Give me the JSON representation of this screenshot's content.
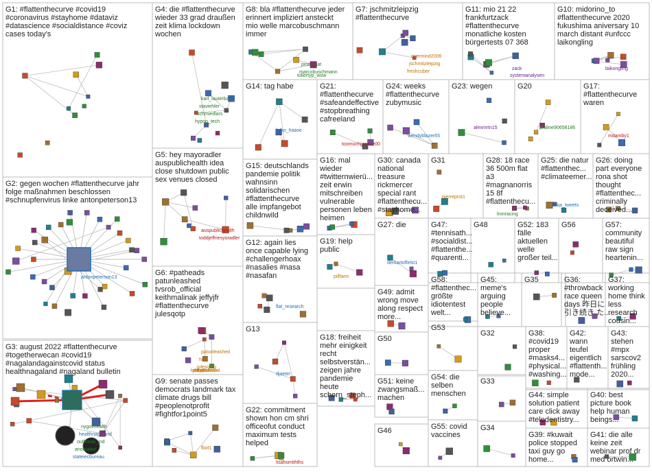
{
  "colors": {
    "border": "#bbbbbb",
    "edge": "#bcbcbc",
    "edge_strong": "#e02020",
    "label": "#1f6fb4",
    "label_red": "#b81414",
    "label_green": "#237a23",
    "label_purple": "#6a1d8c",
    "label_orange": "#c07000"
  },
  "groups": [
    {
      "id": "G1",
      "title_lines": [
        "G1: #flattenthecurve #covid19",
        "#coronavirus #stayhome #dataviz",
        "#datascience #socialdistance #coviz",
        "cases today's"
      ]
    },
    {
      "id": "G2",
      "title_lines": [
        "G2: gegen wochen #flattenthecurve jahr",
        "folge maßnahmen beschlossen",
        "#schnupfenvirus linke antonpeterson13"
      ]
    },
    {
      "id": "G3",
      "title_lines": [
        "G3: august 2022 #flattenthecurve",
        "#togetherwecan #covid19",
        "#nagalandagainstcovid status",
        "healthnagaland #nagaland bulletin"
      ]
    },
    {
      "id": "G4",
      "title_lines": [
        "G4: die #flattenthecurve",
        "wieder 33 grad draußen",
        "zeit klima lockdown",
        "wochen"
      ]
    },
    {
      "id": "G5",
      "title_lines": [
        "G5: hey mayoradler",
        "auspublichealth idea",
        "close shutdown public",
        "sex venues closed"
      ]
    },
    {
      "id": "G6",
      "title_lines": [
        "G6: #patheads",
        "patunleashed",
        "tvsrob_official",
        "keithmalinak jeffyjfr",
        "#flattenthecurve",
        "julesqotp"
      ]
    },
    {
      "id": "G7",
      "title_lines": [
        "G7: jschmitzleipzig",
        "#flattenthecurve"
      ]
    },
    {
      "id": "G8",
      "title_lines": [
        "G8: bla #flattenthecurve jeder",
        "erinnert impliziert ansteckt",
        "mio welle marcobuschmann",
        "immer"
      ]
    },
    {
      "id": "G9",
      "title_lines": [
        "G9: senate passes",
        "democrats landmark tax",
        "climate drugs bill",
        "#peoplenotprofit",
        "#fightfor1point5"
      ]
    },
    {
      "id": "G10",
      "title_lines": [
        "G10: midorino_to",
        "#flattenthecurve 2020",
        "fukushima aniversary 10",
        "march distant #unfccc",
        "laikongling"
      ]
    },
    {
      "id": "G11",
      "title_lines": [
        "G11: mio 21 22",
        "frankfurtzack",
        "#flattenthecurve",
        "monatliche kosten",
        "bürgertests 07 368"
      ]
    },
    {
      "id": "G12",
      "title_lines": [
        "G12: again lies",
        "once capable lying",
        "#challengerhoax",
        "#nasalies #nasa",
        "#nasafan"
      ]
    },
    {
      "id": "G13",
      "title_lines": [
        "G13"
      ]
    },
    {
      "id": "G14",
      "title_lines": [
        "G14: tag habe"
      ]
    },
    {
      "id": "G15",
      "title_lines": [
        "G15: deutschlands",
        "pandemie politik",
        "wahnsinn",
        "solidarischen",
        "#flattenthecurve",
        "alle impfangebot",
        "childnwild"
      ]
    },
    {
      "id": "G16",
      "title_lines": [
        "G16: mal",
        "wieder",
        "#twitternwierü...",
        "zeit erwin",
        "mitschreiben",
        "vulnerable",
        "personen leben",
        "heimen"
      ]
    },
    {
      "id": "G17",
      "title_lines": [
        "G17:",
        "#flattenthecurve",
        "waren"
      ]
    },
    {
      "id": "G18",
      "title_lines": [
        "G18: freiheit",
        "mehr einigkeit",
        "recht",
        "selbstverstän...",
        "zeigen jahre",
        "pandemie",
        "heute",
        "schorn_steph..."
      ]
    },
    {
      "id": "G19",
      "title_lines": [
        "G19: help",
        "public"
      ]
    },
    {
      "id": "G20",
      "title_lines": [
        "G20"
      ]
    },
    {
      "id": "G21",
      "title_lines": [
        "G21:",
        "#flattenthecurve",
        "#safeandeffective",
        "#stopbreathing",
        "cafreeland"
      ]
    },
    {
      "id": "G22",
      "title_lines": [
        "G22: commitment",
        "shown hon cm shri",
        "officeofut conduct",
        "maximum tests",
        "helped"
      ]
    },
    {
      "id": "G23",
      "title_lines": [
        "G23: wegen"
      ]
    },
    {
      "id": "G24",
      "title_lines": [
        "G24: weeks",
        "#flattenthecurve",
        "zubymusic"
      ]
    },
    {
      "id": "G25",
      "title_lines": [
        "G25: die natur",
        "#flattenthec...",
        "#climateemer..."
      ]
    },
    {
      "id": "G26",
      "title_lines": [
        "G26: doing",
        "part everyone",
        "rona shot",
        "thought",
        "#flattenthec...",
        "criminally",
        "deceived..."
      ]
    },
    {
      "id": "G27",
      "title_lines": [
        "G27: die"
      ]
    },
    {
      "id": "G28",
      "title_lines": [
        "G28: 18 race",
        "36 500m flat",
        "a3",
        "#magnanorris",
        "15 8f",
        "#flattenthecu..."
      ]
    },
    {
      "id": "G30",
      "title_lines": [
        "G30: canada",
        "national",
        "treasure",
        "rickmercer",
        "special rant",
        "#flattenthecu...",
        "#stayhome..."
      ]
    },
    {
      "id": "G31",
      "title_lines": [
        "G31"
      ]
    },
    {
      "id": "G32",
      "title_lines": [
        "G32"
      ]
    },
    {
      "id": "G33",
      "title_lines": [
        "G33"
      ]
    },
    {
      "id": "G34",
      "title_lines": [
        "G34"
      ]
    },
    {
      "id": "G35",
      "title_lines": [
        "G35"
      ]
    },
    {
      "id": "G36",
      "title_lines": [
        "G36:",
        "#throwback",
        "race queen",
        "days 昨日に",
        "引き続き た..."
      ]
    },
    {
      "id": "G37",
      "title_lines": [
        "G37:",
        "working",
        "home think",
        "less",
        "research",
        "cousin..."
      ]
    },
    {
      "id": "G38",
      "title_lines": [
        "G38:",
        "#covid19",
        "proper",
        "#masks4...",
        "#physical...",
        "#washing..."
      ]
    },
    {
      "id": "G39",
      "title_lines": [
        "G39: #kuwait",
        "police stopped",
        "taxi guy go",
        "home..."
      ]
    },
    {
      "id": "G40",
      "title_lines": [
        "G40: best",
        "picture book",
        "help human",
        "beings..."
      ]
    },
    {
      "id": "G41",
      "title_lines": [
        "G41: die alle",
        "keine zeit",
        "webinar prof dr",
        "med ortwin..."
      ]
    },
    {
      "id": "G42",
      "title_lines": [
        "G42:",
        "wann",
        "teufel",
        "eigentlich",
        "#flattenth...",
        "mode..."
      ]
    },
    {
      "id": "G43",
      "title_lines": [
        "G43:",
        "stehen",
        "#mpx",
        "sarscov2",
        "frühling",
        "2020..."
      ]
    },
    {
      "id": "G44",
      "title_lines": [
        "G44: simple",
        "solution patient",
        "care click away",
        "#teledentistry..."
      ]
    },
    {
      "id": "G45",
      "title_lines": [
        "G45:",
        "meme's",
        "arguing",
        "people",
        "believe..."
      ]
    },
    {
      "id": "G46",
      "title_lines": [
        "G46"
      ]
    },
    {
      "id": "G47",
      "title_lines": [
        "G47:",
        "#tennisath...",
        "#socialdist...",
        "#flattenthe...",
        "#quarenti..."
      ]
    },
    {
      "id": "G48",
      "title_lines": [
        "G48"
      ]
    },
    {
      "id": "G49",
      "title_lines": [
        "G49: admit",
        "wrong move",
        "along respect",
        "more..."
      ]
    },
    {
      "id": "G50",
      "title_lines": [
        "G50"
      ]
    },
    {
      "id": "G51",
      "title_lines": [
        "G51: keine",
        "zwangsmaß...",
        "machen"
      ]
    },
    {
      "id": "G52",
      "title_lines": [
        "G52: 183",
        "fälle",
        "aktuellen",
        "welle",
        "großer teil..."
      ]
    },
    {
      "id": "G53",
      "title_lines": [
        "G53"
      ]
    },
    {
      "id": "G54",
      "title_lines": [
        "G54: die",
        "selben",
        "menschen"
      ]
    },
    {
      "id": "G55",
      "title_lines": [
        "G55: covid",
        "vaccines"
      ]
    },
    {
      "id": "G56",
      "title_lines": [
        "G56"
      ]
    },
    {
      "id": "G57",
      "title_lines": [
        "G57:",
        "community",
        "beautiful",
        "raw sign",
        "heartenin..."
      ]
    },
    {
      "id": "G58",
      "title_lines": [
        "G58:",
        "#flattenthec...",
        "größte",
        "idiotentest",
        "welt..."
      ]
    }
  ],
  "vertex_labels": [
    {
      "text": "karl_lauterbach",
      "group": "G4",
      "color": "label_green"
    },
    {
      "text": "staviehler",
      "group": "G4",
      "color": "label_green"
    },
    {
      "text": "schmiedlars",
      "group": "G4",
      "color": "label_green"
    },
    {
      "text": "hypno_tech",
      "group": "G4",
      "color": "label_green"
    },
    {
      "text": "piratomat",
      "group": "G8",
      "color": "label_green"
    },
    {
      "text": "marcobuschmann",
      "group": "G8",
      "color": "label_green"
    },
    {
      "text": "tollertyp_wow",
      "group": "G8",
      "color": "label_green"
    },
    {
      "text": "overmind2006",
      "group": "G7",
      "color": "label_orange"
    },
    {
      "text": "jschmitzleipzig",
      "group": "G7",
      "color": "label_orange"
    },
    {
      "text": "freshcuber",
      "group": "G7",
      "color": "label_orange"
    },
    {
      "text": "zack",
      "group": "G11",
      "color": "label_purple"
    },
    {
      "text": "systemanalysen",
      "group": "G11",
      "color": "label_purple"
    },
    {
      "text": "laikongling",
      "group": "G10",
      "color": "label_purple"
    },
    {
      "text": "antonpeterson13",
      "group": "G2",
      "color": "label"
    },
    {
      "text": "auspublichealth",
      "group": "G5",
      "color": "label_red"
    },
    {
      "text": "toddjeffriesyoradler",
      "group": "G5",
      "color": "label_red"
    },
    {
      "text": "patunleashed",
      "group": "G6",
      "color": "label_orange"
    },
    {
      "text": "tvsr",
      "group": "G6",
      "color": "label_orange"
    },
    {
      "text": "julesqotp",
      "group": "G6",
      "color": "label_orange"
    },
    {
      "text": "bombverbal",
      "group": "G6",
      "color": "label_orange"
    },
    {
      "text": "jeffyjfr",
      "group": "G6",
      "color": "label_orange"
    },
    {
      "text": "keithmalinak",
      "group": "G6",
      "color": "label_orange"
    },
    {
      "text": "nygovhealth",
      "group": "G3",
      "color": "label_green"
    },
    {
      "text": "healthnagaland",
      "group": "G3",
      "color": "label"
    },
    {
      "text": "outbreak_ind",
      "group": "G3",
      "color": "label_green"
    },
    {
      "text": "anomabot",
      "group": "G3",
      "color": "label_green"
    },
    {
      "text": "stateiecbureau",
      "group": "G3",
      "color": "label"
    },
    {
      "text": "fbot1",
      "group": "G9",
      "color": "label_orange"
    },
    {
      "text": "falko_haase",
      "group": "G14",
      "color": "label"
    },
    {
      "text": "flat_research",
      "group": "G12",
      "color": "label"
    },
    {
      "text": "djaeter",
      "group": "G13",
      "color": "label"
    },
    {
      "text": "toomuchgrease00",
      "group": "G21",
      "color": "label_red"
    },
    {
      "text": "wendyblazer65",
      "group": "G24",
      "color": "label"
    },
    {
      "text": "alexmrtn15",
      "group": "G23",
      "color": "label_purple"
    },
    {
      "text": "praline90658186",
      "group": "G20",
      "color": "label_green"
    },
    {
      "text": "mdamby1",
      "group": "G17",
      "color": "label_red"
    },
    {
      "text": "pierreprot1",
      "group": "G31",
      "color": "label_orange"
    },
    {
      "text": "lronracing",
      "group": "G28",
      "color": "label_green"
    },
    {
      "text": "alma_tweets",
      "group": "G25",
      "color": "label"
    },
    {
      "text": "derkartoffelst1",
      "group": "G27",
      "color": "label"
    },
    {
      "text": "pillfarm",
      "group": "G19",
      "color": "label_orange"
    },
    {
      "text": "lisahsmithlhs",
      "group": "G22",
      "color": "label_red"
    }
  ]
}
